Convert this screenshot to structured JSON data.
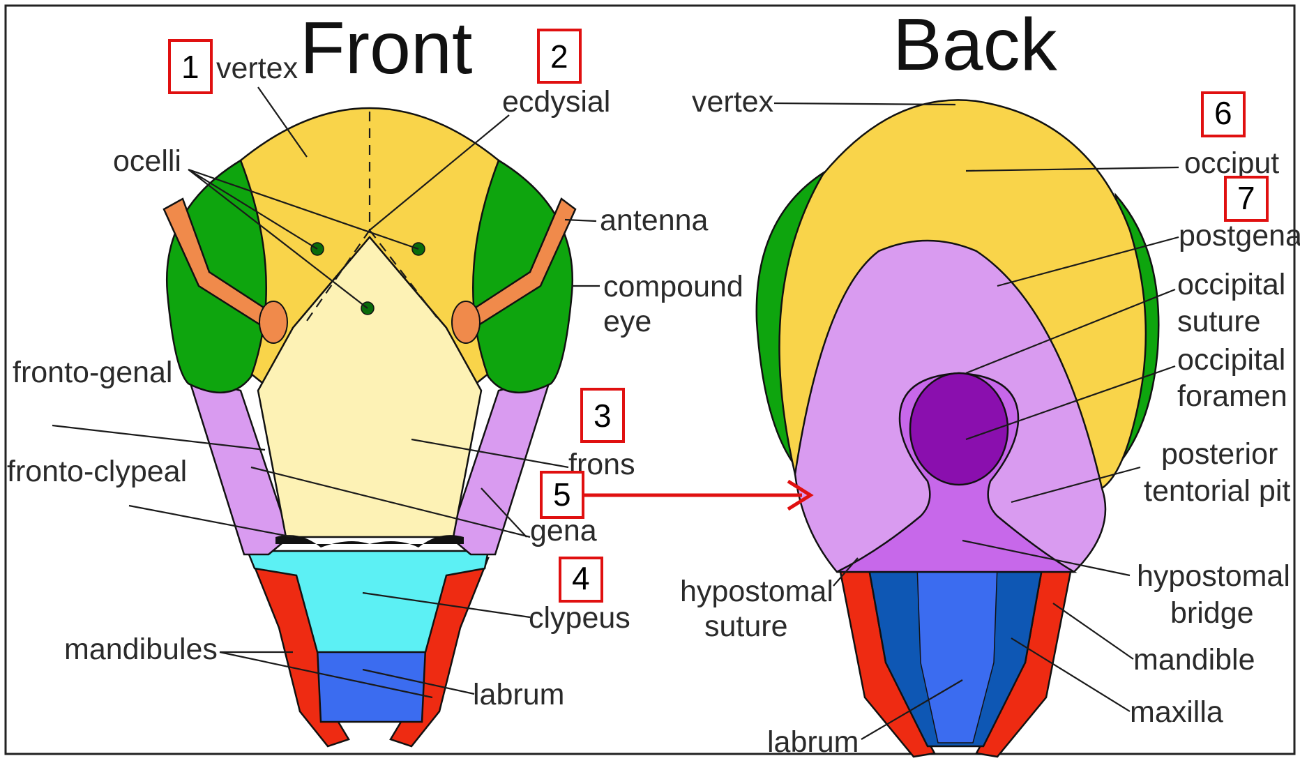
{
  "colors": {
    "yellow": "#f9d44a",
    "pale_yellow": "#fdf2b5",
    "green": "#0ea50e",
    "dark_green": "#0a6b0a",
    "orange": "#f08a4b",
    "lilac": "#d99bf0",
    "light_purple": "#c768ea",
    "dark_purple": "#8a0fae",
    "cyan": "#5cf0f4",
    "blue": "#3b6cf0",
    "dark_blue": "#0e57b4",
    "red": "#ee2b12",
    "marker_red": "#e01010"
  },
  "front": {
    "title": "Front",
    "labels": {
      "vertex": "vertex",
      "ecdysial": "ecdysial",
      "ocelli": "ocelli",
      "antenna": "antenna",
      "compound": "compound",
      "eye": "eye",
      "fronto_genal": "fronto-genal",
      "fronto_clypeal": "fronto-clypeal",
      "frons": "frons",
      "gena": "gena",
      "clypeus": "clypeus",
      "mandibules": "mandibules",
      "labrum": "labrum"
    }
  },
  "back": {
    "title": "Back",
    "labels": {
      "vertex": "vertex",
      "occiput": "occiput",
      "postgena": "postgena",
      "occipital1": "occipital",
      "suture": "suture",
      "occipital2": "occipital",
      "foramen": "foramen",
      "posterior": "posterior",
      "tentorial_pit": "tentorial pit",
      "hypostomal1": "hypostomal",
      "suture2": "suture",
      "hypostomal2": "hypostomal",
      "bridge": "bridge",
      "mandible": "mandible",
      "maxilla": "maxilla",
      "labrum": "labrum"
    }
  },
  "markers": [
    "1",
    "2",
    "3",
    "4",
    "5",
    "6",
    "7"
  ]
}
